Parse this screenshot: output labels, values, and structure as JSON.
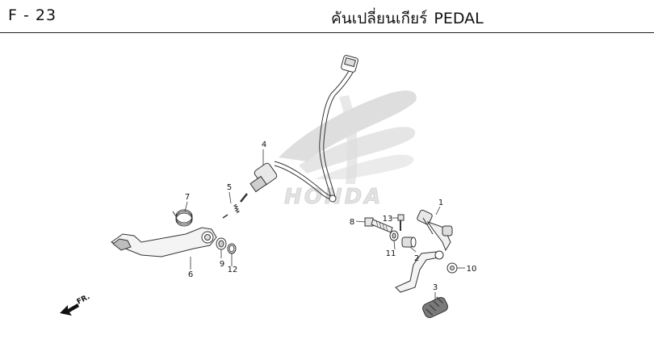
{
  "header": {
    "page_code": "F - 23",
    "title_thai": "คันเปลี่ยนเกียร์",
    "title_en": "PEDAL"
  },
  "watermark": {
    "text": "HONDA",
    "color": "#d8d8d8"
  },
  "parts": [
    {
      "number": "1"
    },
    {
      "number": "2"
    },
    {
      "number": "3"
    },
    {
      "number": "4"
    },
    {
      "number": "5"
    },
    {
      "number": "6"
    },
    {
      "number": "7"
    },
    {
      "number": "8"
    },
    {
      "number": "9"
    },
    {
      "number": "10"
    },
    {
      "number": "11"
    },
    {
      "number": "12"
    },
    {
      "number": "13"
    }
  ],
  "direction_indicator": {
    "label": "FR."
  }
}
